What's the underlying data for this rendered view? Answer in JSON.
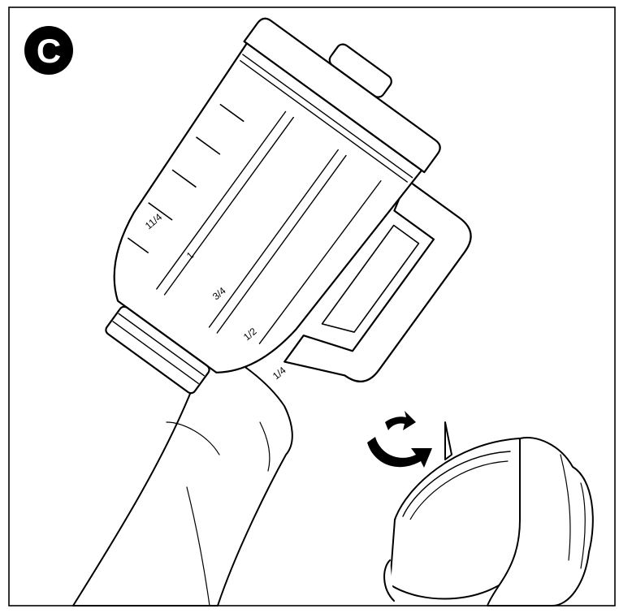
{
  "step": {
    "letter": "C"
  },
  "jar": {
    "markings": [
      {
        "label": "11/4"
      },
      {
        "label": "1"
      },
      {
        "label": "3/4"
      },
      {
        "label": "1/2"
      },
      {
        "label": "1/4"
      }
    ]
  },
  "icons": {
    "rotate_arrow": "clockwise-rotation-arrow-icon"
  },
  "colors": {
    "ink": "#000000",
    "paper": "#ffffff"
  }
}
